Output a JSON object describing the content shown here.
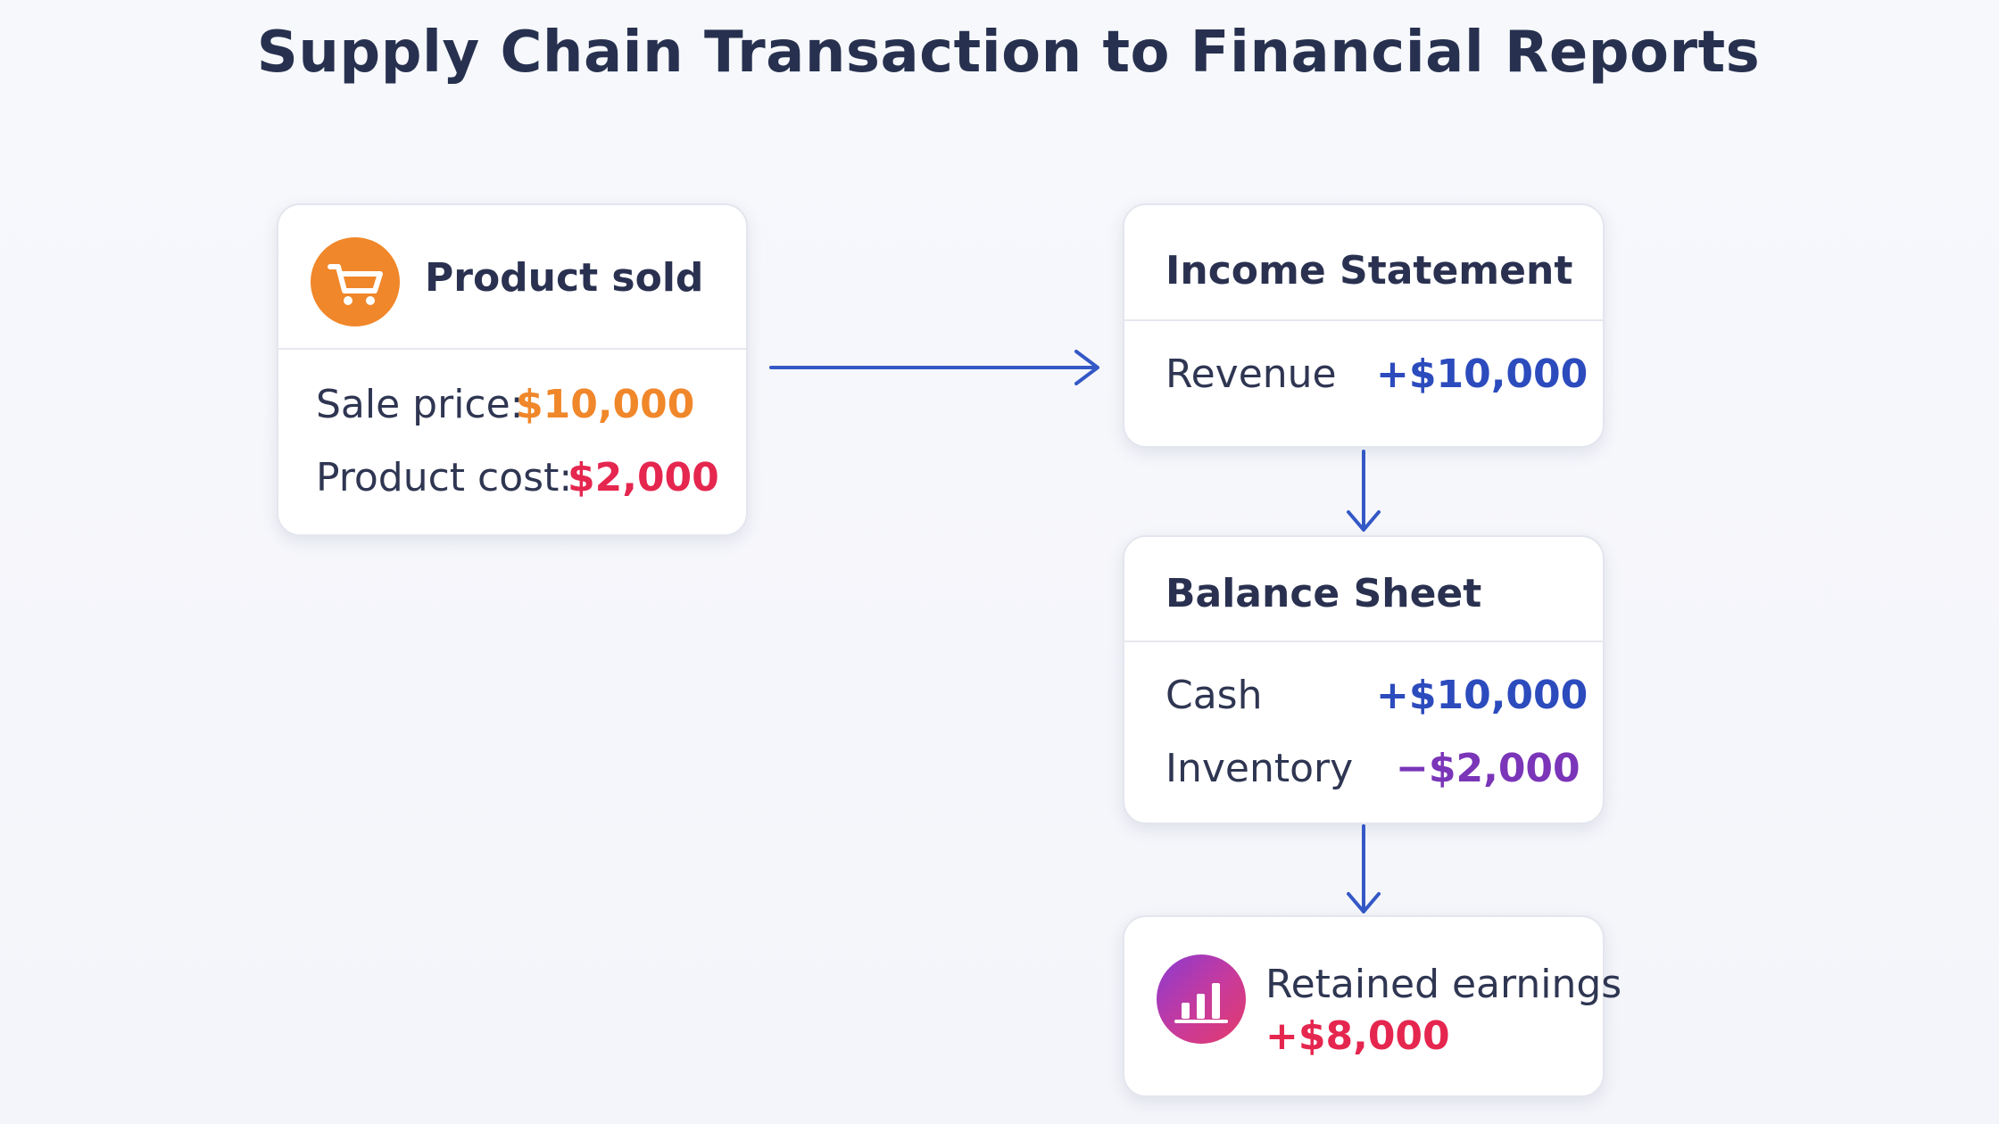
{
  "title": "Supply Chain Transaction to Financial Reports",
  "colors": {
    "orange": "#f0872a",
    "red": "#e5264f",
    "blue": "#2c4bbd",
    "purple": "#7a35b8",
    "arrow": "#3458c6",
    "title": "#27314f"
  },
  "product_card": {
    "icon": "shopping-cart-icon",
    "title": "Product sold",
    "rows": [
      {
        "label": "Sale price:",
        "value": "$10,000"
      },
      {
        "label": "Product cost:",
        "value": "$2,000"
      }
    ]
  },
  "income_statement": {
    "title": "Income Statement",
    "rows": [
      {
        "label": "Revenue",
        "value": "+$10,000"
      }
    ]
  },
  "balance_sheet": {
    "title": "Balance Sheet",
    "rows": [
      {
        "label": "Cash",
        "value": "+$10,000"
      },
      {
        "label": "Inventory",
        "value": "−$2,000"
      }
    ]
  },
  "retained_earnings": {
    "icon": "bar-chart-icon",
    "label": "Retained earnings",
    "value": "+$8,000"
  }
}
